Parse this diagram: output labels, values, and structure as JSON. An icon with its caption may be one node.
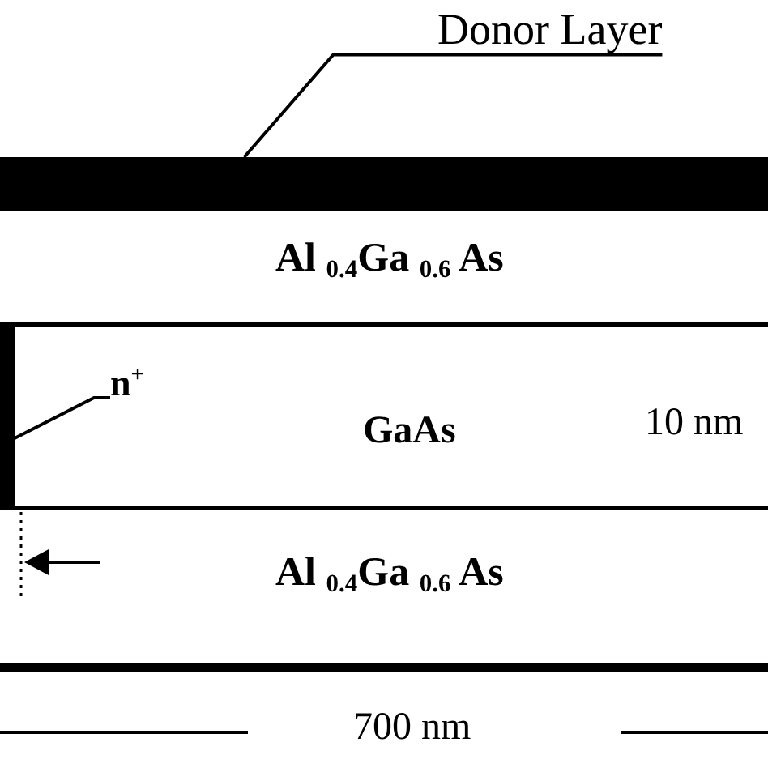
{
  "diagram": {
    "nodes": [
      {
        "text": [],
        "shape": "bar"
      },
      {
        "text": [
          "Donor Layer"
        ]
      },
      {
        "text": [
          "Al $_{0.4}$Ga $_{0.6}$ As"
        ]
      },
      {
        "text": [
          "GaAs"
        ]
      },
      {
        "text": [],
        "shape": "bar",
        "in": 3
      },
      {
        "text": [
          "n$^{+}$"
        ],
        "in": 3
      },
      {
        "text": [
          "Al $_{0.4}$Ga $_{0.6}$ As"
        ]
      }
    ],
    "edges": [
      {
        "from": 1,
        "to": 0,
        "arrow": "none"
      },
      {
        "from": 5,
        "to": 4,
        "arrow": "none"
      }
    ],
    "labels": [
      "10 nm",
      "700 nm"
    ]
  }
}
